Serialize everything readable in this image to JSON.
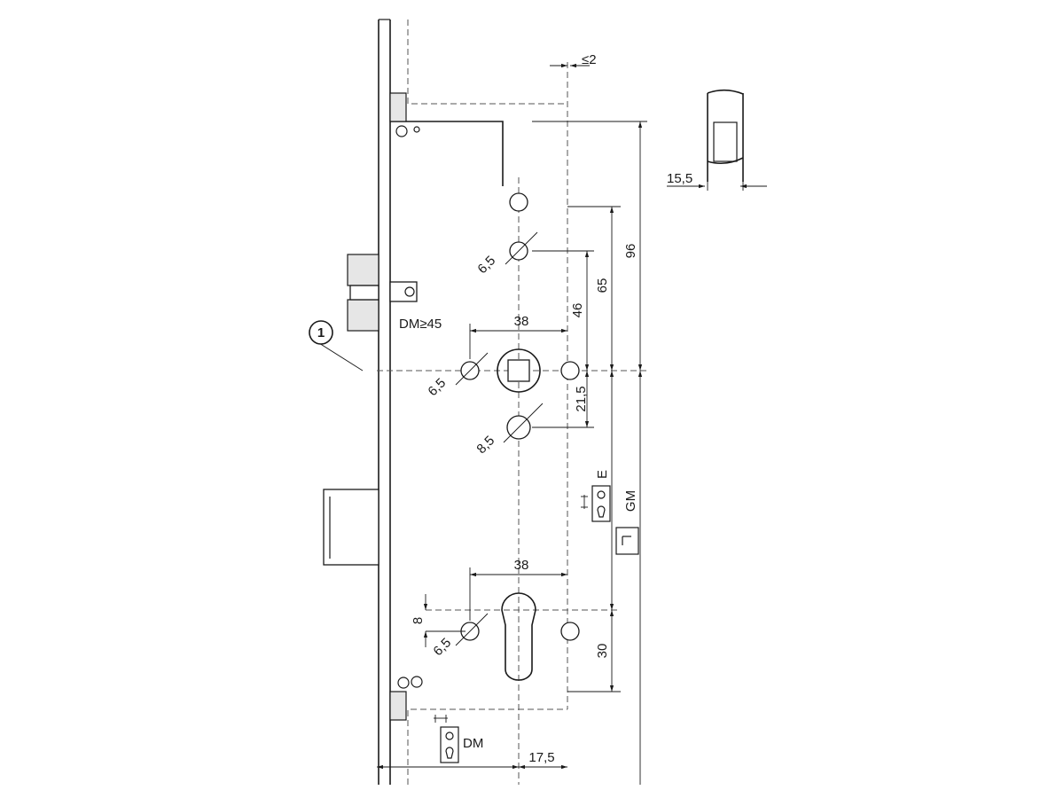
{
  "drawing": {
    "callout": "1",
    "dims": {
      "max_gap": "≤2",
      "rail": "15,5",
      "d96": "96",
      "d65": "65",
      "d46": "46",
      "d21": "21,5",
      "d38_top": "38",
      "d38_bottom": "38",
      "dm45": "DM≥45",
      "h65_top": "6,5",
      "h65_mid": "6,5",
      "h85": "8,5",
      "h65_bot": "6,5",
      "d8": "8",
      "d30": "30",
      "d175": "17,5",
      "gm": "GM",
      "e": "E",
      "dm": "DM"
    }
  }
}
